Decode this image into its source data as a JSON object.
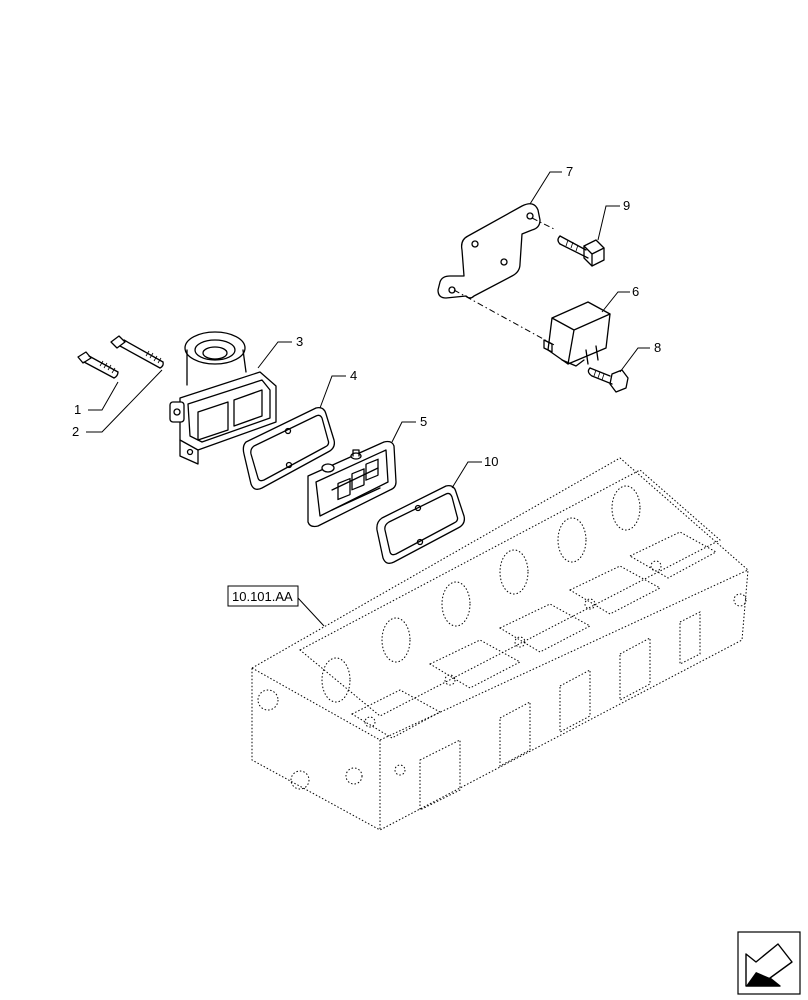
{
  "callouts": [
    {
      "id": "1",
      "label": "1"
    },
    {
      "id": "2",
      "label": "2"
    },
    {
      "id": "3",
      "label": "3"
    },
    {
      "id": "4",
      "label": "4"
    },
    {
      "id": "5",
      "label": "5"
    },
    {
      "id": "6",
      "label": "6"
    },
    {
      "id": "7",
      "label": "7"
    },
    {
      "id": "8",
      "label": "8"
    },
    {
      "id": "9",
      "label": "9"
    },
    {
      "id": "10",
      "label": "10"
    }
  ],
  "reference": {
    "label": "10.101.AA"
  },
  "icons": {
    "navigation": "return-arrow-icon"
  }
}
